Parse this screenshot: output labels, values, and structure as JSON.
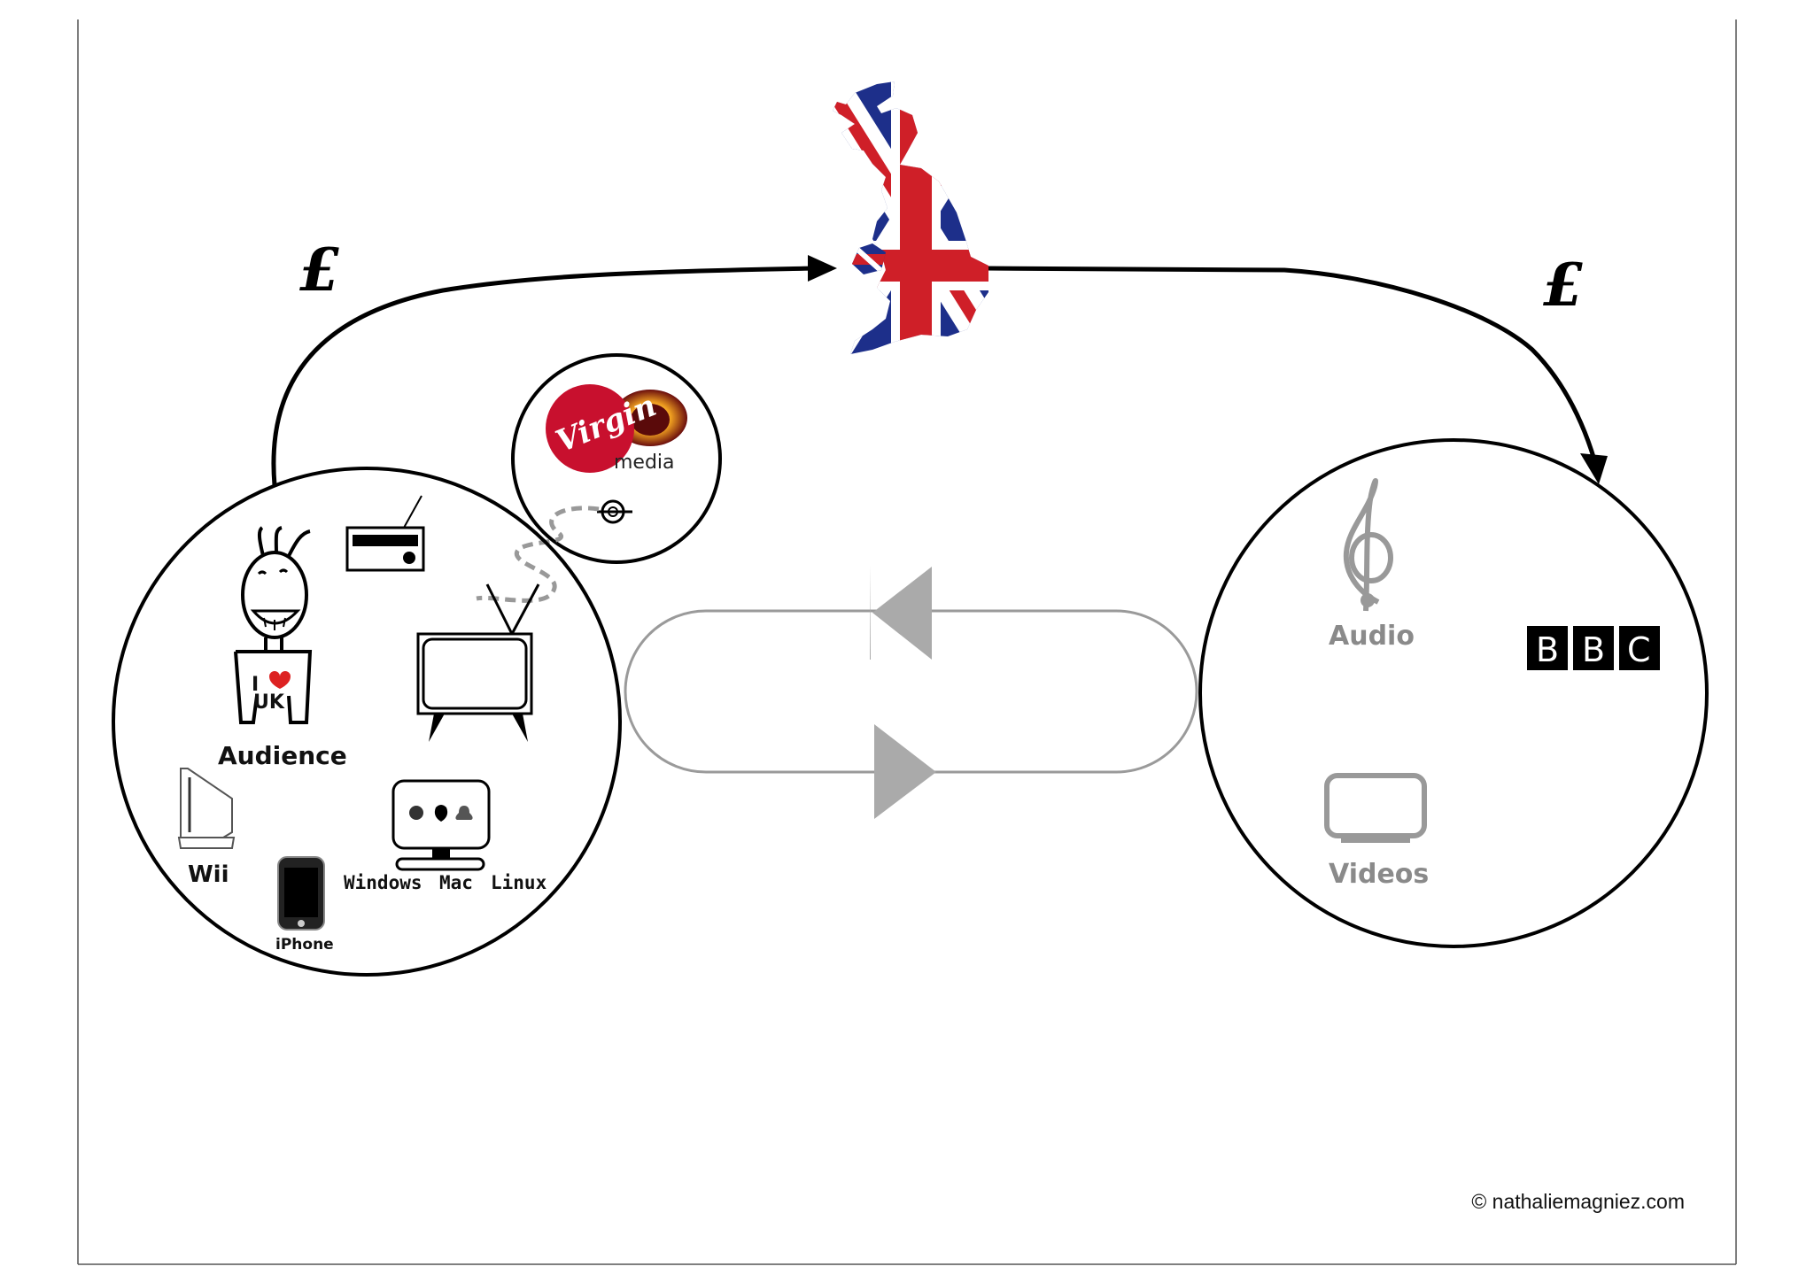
{
  "currency_left": "£",
  "currency_right": "£",
  "virgin": {
    "brand": "Virgin",
    "word": "media"
  },
  "audience": {
    "label": "Audience",
    "shirt_top": "I",
    "shirt_bottom": "UK",
    "devices": {
      "wii": "Wii",
      "iphone": "iPhone",
      "os_labels": [
        "Windows",
        "Mac",
        "Linux"
      ]
    }
  },
  "provider": {
    "audio_label": "Audio",
    "video_label": "Videos",
    "bbc_letters": [
      "B",
      "B",
      "C"
    ]
  },
  "copyright": "© nathaliemagniez.com",
  "colors": {
    "union_red": "#cf1f28",
    "union_blue": "#1d2f8a",
    "arrow_grey": "#aaaaaa",
    "virgin_red": "#c8102e"
  }
}
